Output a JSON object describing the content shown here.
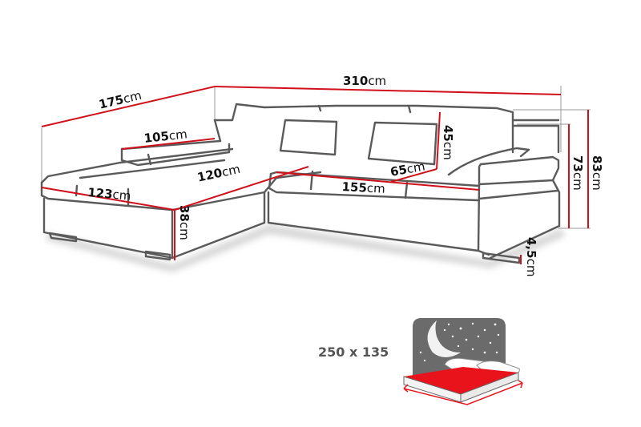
{
  "diagram": {
    "subject": "L-shaped corner sofa bed with dimensions",
    "unit": "cm",
    "colors": {
      "dimension_line": "#d0101a",
      "outline": "#5a5a5a",
      "bed_icon_bg": "#6b6b6b",
      "bed_sheet": "#e8131b"
    },
    "dimensions": {
      "total_length": {
        "value": "310",
        "unit": "cm"
      },
      "chaise_depth": {
        "value": "175",
        "unit": "cm"
      },
      "armrest_length": {
        "value": "105",
        "unit": "cm"
      },
      "chaise_seat_length": {
        "value": "120",
        "unit": "cm"
      },
      "chaise_width": {
        "value": "123",
        "unit": "cm"
      },
      "seat_length": {
        "value": "155",
        "unit": "cm"
      },
      "seat_depth": {
        "value": "65",
        "unit": "cm"
      },
      "backrest_height": {
        "value": "45",
        "unit": "cm"
      },
      "seat_height": {
        "value": "38",
        "unit": "cm"
      },
      "armrest_height": {
        "value": "73",
        "unit": "cm"
      },
      "total_height": {
        "value": "83",
        "unit": "cm"
      },
      "leg_height": {
        "value": "4,5",
        "unit": "cm"
      }
    },
    "bed_function": {
      "label": "250 x 135",
      "icon": "sleep-function-icon"
    }
  }
}
